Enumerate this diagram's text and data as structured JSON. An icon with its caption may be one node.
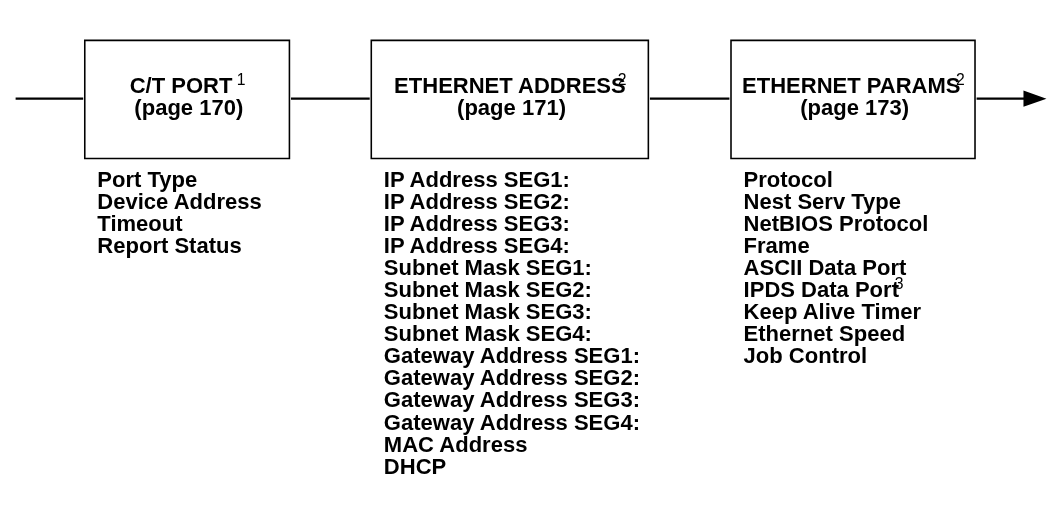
{
  "diagram": {
    "nodes": [
      {
        "text": [
          "C/T PORT $^{1}$",
          "(page 170)"
        ],
        "beside": [
          "Port Type",
          "Device Address",
          "Timeout",
          "Report Status"
        ]
      },
      {
        "text": [
          "ETHERNET ADDRESS$^{2}$",
          "(page 171)"
        ],
        "beside": [
          "IP Address SEG1:",
          "IP Address SEG2:",
          "IP Address SEG3:",
          "IP Address SEG4:",
          "Subnet Mask SEG1:",
          "Subnet Mask SEG2:",
          "Subnet Mask SEG3:",
          "Subnet Mask SEG4:",
          "Gateway Address SEG1:",
          "Gateway Address SEG2:",
          "Gateway Address SEG3:",
          "Gateway Address SEG4:",
          "MAC Address",
          "DHCP"
        ]
      },
      {
        "text": [
          "ETHERNET PARAMS$^{2}$",
          "(page 173)"
        ],
        "beside": [
          "Protocol",
          "Nest Serv Type",
          "NetBIOS Protocol",
          "Frame",
          "ASCII Data Port",
          "IPDS Data Port$^{3}$",
          "Keep Alive Timer",
          "Ethernet Speed",
          "Job Control"
        ]
      }
    ],
    "edges": [
      {
        "from": null,
        "to": 0,
        "arrow": "none"
      },
      {
        "from": 0,
        "to": 1,
        "arrow": "none"
      },
      {
        "from": 1,
        "to": 2,
        "arrow": "none"
      },
      {
        "from": 2,
        "to": null,
        "arrow": "to"
      }
    ]
  }
}
